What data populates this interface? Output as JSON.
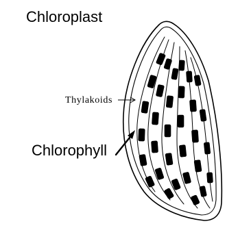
{
  "diagram": {
    "title": "Chloroplast",
    "labels": {
      "thylakoids": "Thylakoids",
      "chlorophyll": "Chlorophyll"
    },
    "colors": {
      "ink": "#000000",
      "background": "#ffffff"
    }
  }
}
